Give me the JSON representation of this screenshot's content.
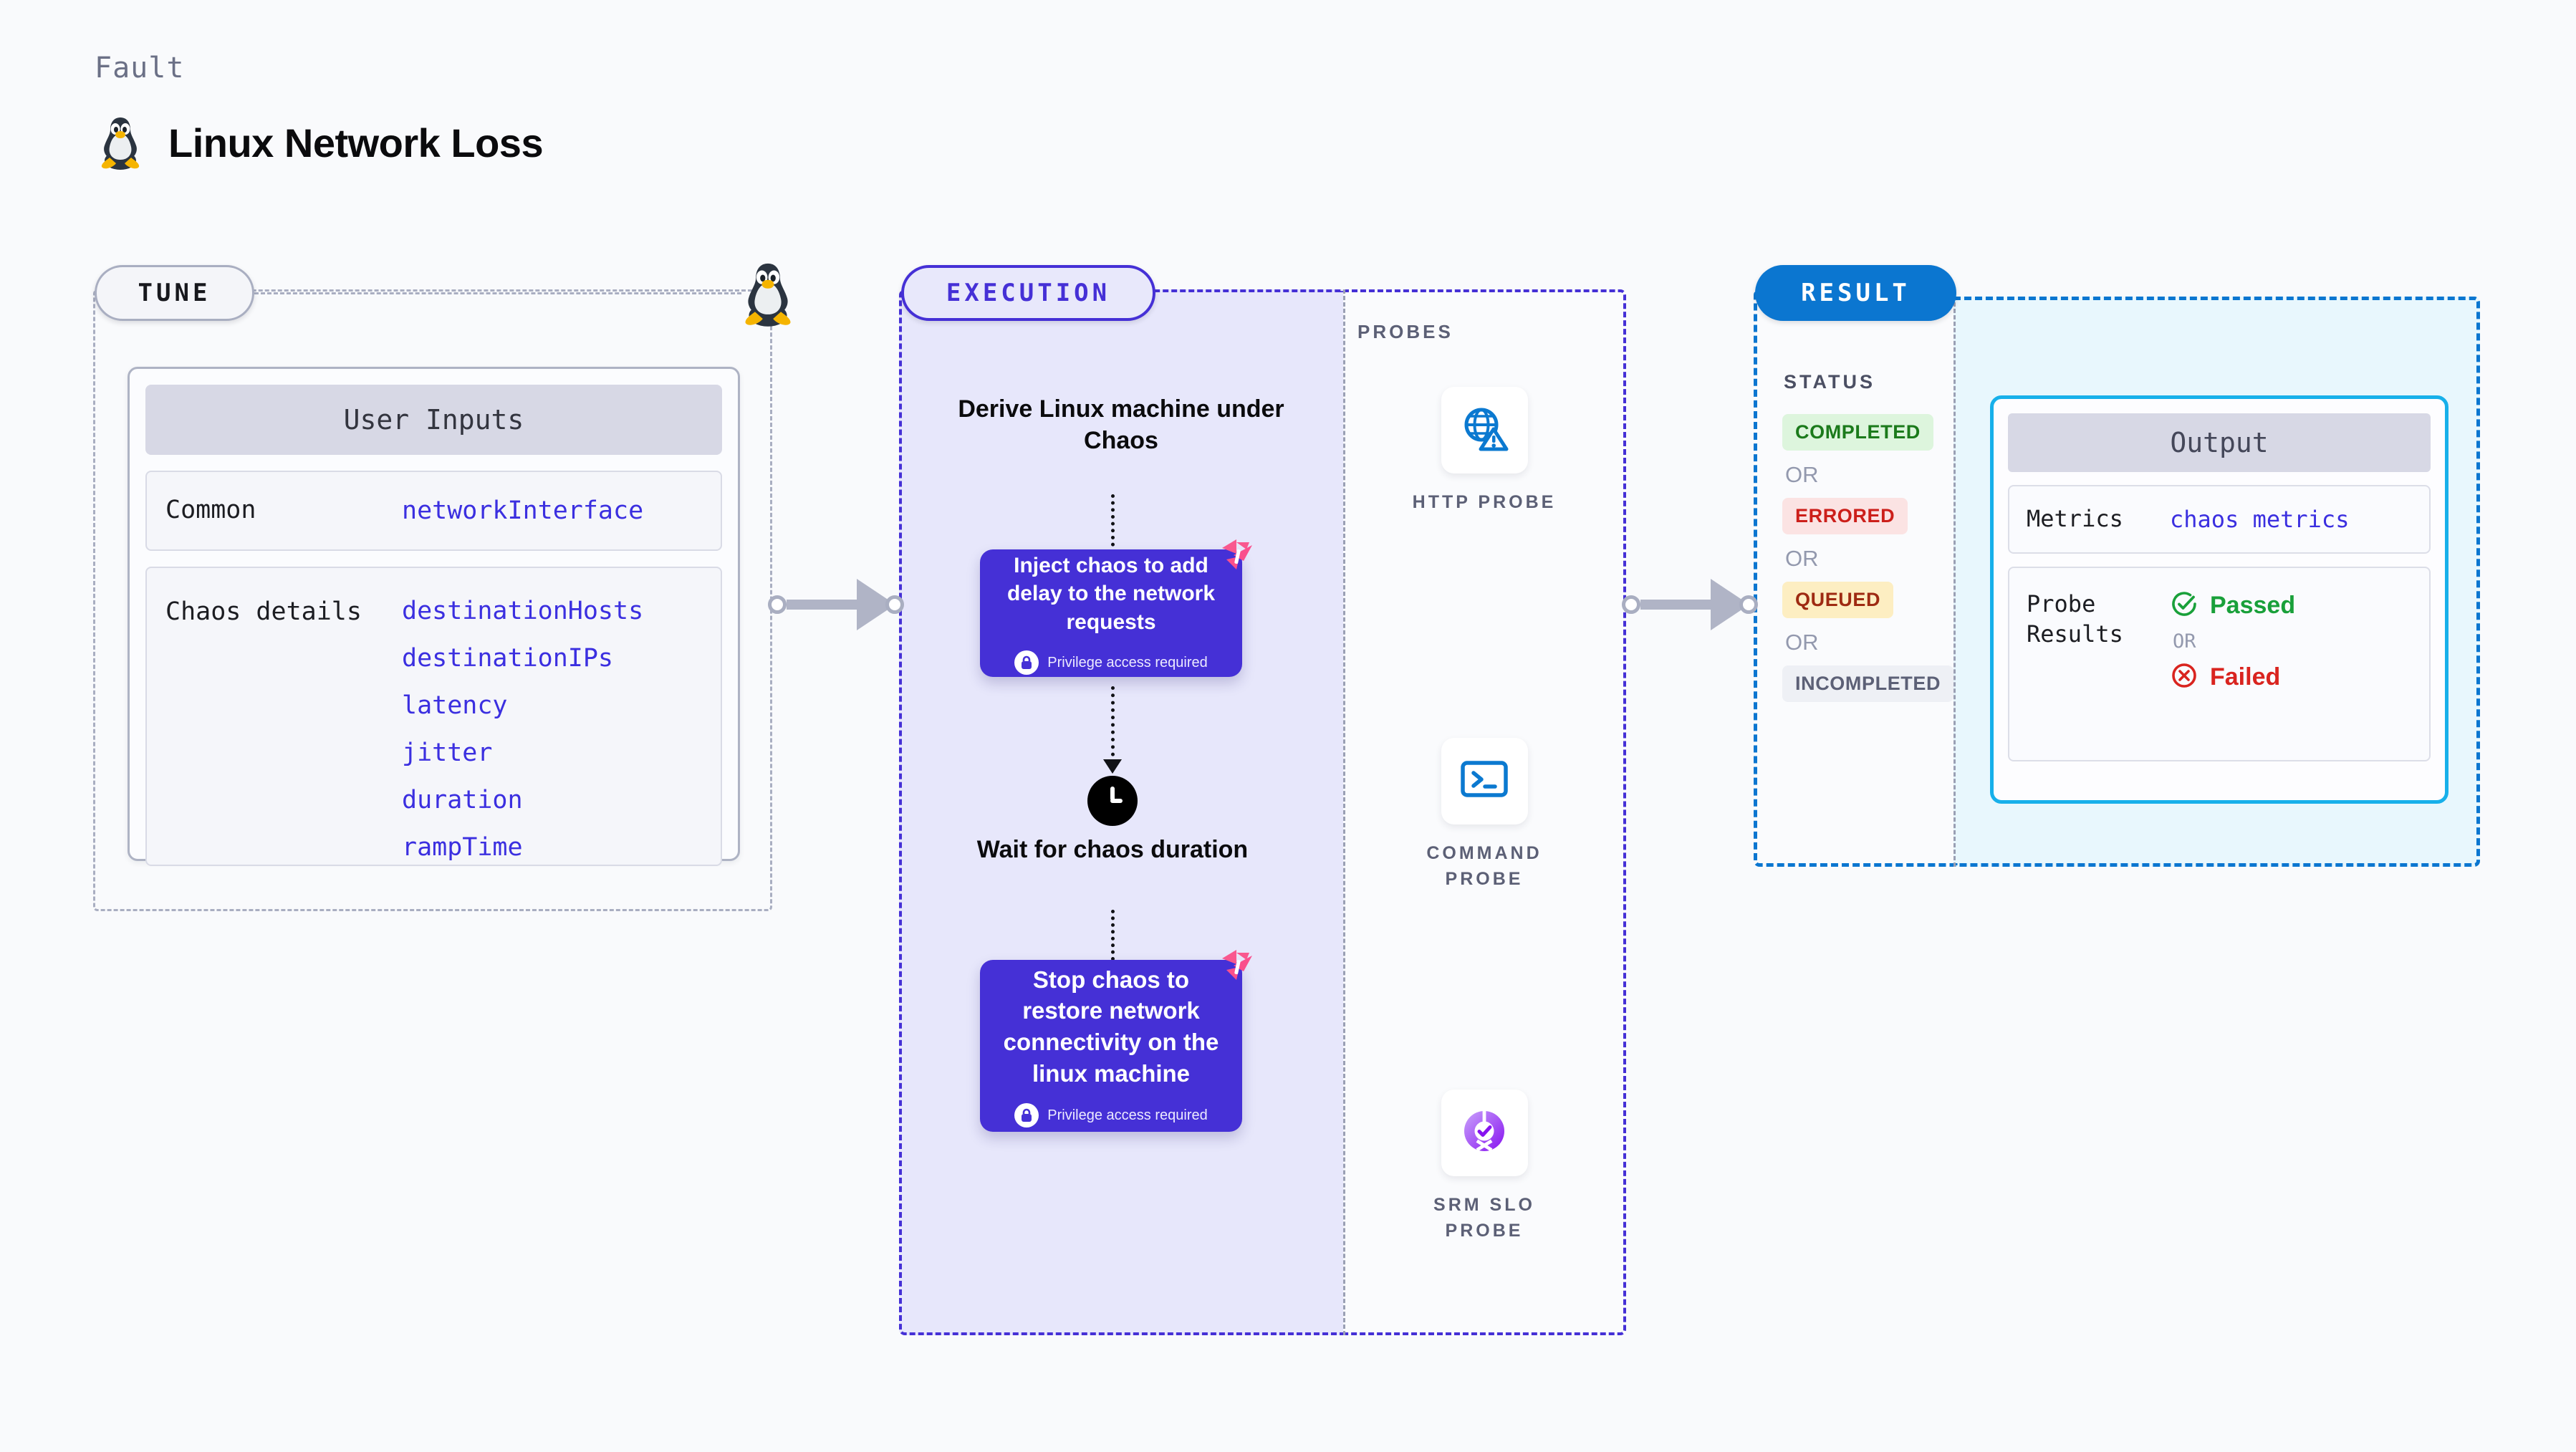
{
  "header": {
    "kicker": "Fault",
    "title": "Linux Network Loss",
    "icon": "tux-penguin-icon"
  },
  "tune": {
    "pill_label": "TUNE",
    "card_title": "User Inputs",
    "rows": [
      {
        "key": "Common",
        "values": [
          "networkInterface"
        ]
      },
      {
        "key": "Chaos details",
        "values": [
          "destinationHosts",
          "destinationIPs",
          "latency",
          "jitter",
          "duration",
          "rampTime"
        ]
      }
    ]
  },
  "execution": {
    "pill_label": "EXECUTION",
    "step_title": "Derive Linux machine under Chaos",
    "cards": [
      {
        "title": "Inject chaos to add delay to the network requests",
        "privilege": "Privilege access required"
      },
      {
        "title": "Stop chaos to restore network connectivity on the linux machine",
        "privilege": "Privilege access required"
      }
    ],
    "wait_label": "Wait for chaos duration"
  },
  "probes": {
    "section_label": "PROBES",
    "items": [
      {
        "label": "HTTP PROBE",
        "icon": "globe-warning-icon"
      },
      {
        "label": "COMMAND PROBE",
        "icon": "terminal-prompt-icon"
      },
      {
        "label": "SRM SLO PROBE",
        "icon": "slo-donut-check-icon"
      }
    ]
  },
  "result": {
    "pill_label": "RESULT",
    "status_label": "STATUS",
    "or_label": "OR",
    "statuses": [
      {
        "text": "COMPLETED",
        "bg": "#ddf5dd",
        "fg": "#1b7a1b"
      },
      {
        "text": "ERRORED",
        "bg": "#fbe3e3",
        "fg": "#cc1f1a"
      },
      {
        "text": "QUEUED",
        "bg": "#fdeec2",
        "fg": "#9e2a12"
      },
      {
        "text": "INCOMPLETED",
        "bg": "#eef0f5",
        "fg": "#5c6076"
      }
    ]
  },
  "output": {
    "card_title": "Output",
    "metrics_key": "Metrics",
    "metrics_value": "chaos metrics",
    "probe_results_key": "Probe Results",
    "or_label": "OR",
    "passed_label": "Passed",
    "failed_label": "Failed"
  },
  "colors": {
    "accent_purple": "#4530d6",
    "accent_blue": "#0b76d0",
    "output_border": "#17b0ea",
    "link_text": "#3b2fe0",
    "harness_pink": "#ff6098"
  }
}
